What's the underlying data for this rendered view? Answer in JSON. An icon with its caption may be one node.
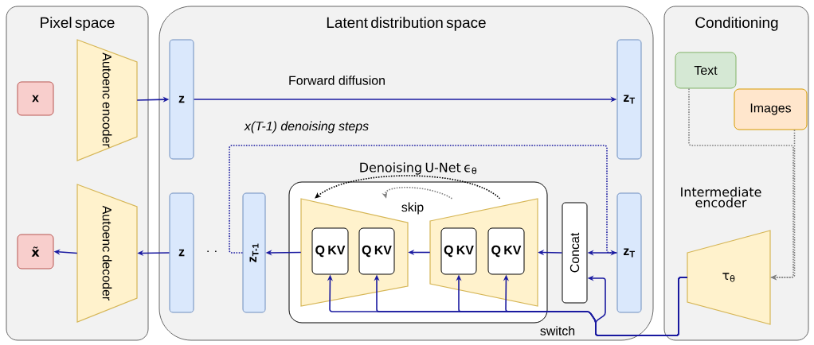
{
  "diagram": {
    "nodes": [
      {
        "text": [
          "Pixel space"
        ]
      },
      {
        "text": [
          "Latent distribution space"
        ]
      },
      {
        "text": [
          "Conditioning"
        ]
      },
      {
        "text": [
          "x"
        ],
        "in": 0
      },
      {
        "text": [
          "Autoenc encoder"
        ],
        "in": 0
      },
      {
        "text": [
          "x̃"
        ],
        "in": 0
      },
      {
        "text": [
          "Autoenc decoder"
        ],
        "in": 0
      },
      {
        "text": [
          "z"
        ],
        "in": 1
      },
      {
        "text": [
          "z$_{T}$"
        ],
        "in": 1
      },
      {
        "text": [
          "Denoising U-Net ϵ$_{θ}$"
        ],
        "in": 1
      },
      {
        "text": [],
        "shape": "trapezoid",
        "in": 9
      },
      {
        "text": [
          "Q KV"
        ],
        "in": 10
      },
      {
        "text": [
          "Q KV"
        ],
        "in": 10
      },
      {
        "text": [],
        "shape": "trapezoid",
        "in": 9
      },
      {
        "text": [
          "Q KV"
        ],
        "in": 13
      },
      {
        "text": [
          "Q KV"
        ],
        "in": 13
      },
      {
        "text": [
          "Concat"
        ],
        "in": 1
      },
      {
        "text": [
          "z$_{T}$"
        ],
        "in": 1
      },
      {
        "text": [
          "z$_{T-1}$"
        ],
        "in": 1
      },
      {
        "text": [
          "z"
        ],
        "in": 1
      },
      {
        "text": [
          "Text"
        ],
        "in": 2
      },
      {
        "text": [
          "Images"
        ],
        "in": 2
      },
      {
        "text": [
          "Intermediate encoder",
          "τ$_{θ}$"
        ],
        "in": 2
      }
    ],
    "edges": [
      {
        "from": 4,
        "to": 7,
        "arrow": "to"
      },
      {
        "from": 7,
        "to": 8,
        "arrow": "to",
        "label": "Forward diffusion"
      },
      {
        "from": 17,
        "to": 16,
        "arrow": "to"
      },
      {
        "from": 16,
        "to": 13,
        "arrow": "to"
      },
      {
        "from": 13,
        "to": 10,
        "arrow": "to"
      },
      {
        "from": 10,
        "to": 18,
        "arrow": "to"
      },
      {
        "from": 19,
        "to": 6,
        "arrow": "to"
      },
      {
        "from": 6,
        "to": 5,
        "arrow": "to"
      },
      {
        "from": 18,
        "to": 17,
        "arrow": "to",
        "style": "dashed",
        "label": "x(T-1) denoising steps"
      },
      {
        "from": 13,
        "to": 10,
        "arrow": "to",
        "style": "dashed",
        "color": "#000000"
      },
      {
        "from": 13,
        "to": 10,
        "arrow": "to",
        "style": "dashed",
        "color": "#808080",
        "label": "skip"
      },
      {
        "from": 22,
        "to": 11,
        "arrow": "to"
      },
      {
        "from": 22,
        "to": 12,
        "arrow": "to"
      },
      {
        "from": 22,
        "to": 14,
        "arrow": "to"
      },
      {
        "from": 22,
        "to": 15,
        "arrow": "to"
      },
      {
        "from": 22,
        "to": 16,
        "arrow": "to"
      },
      {
        "from": 20,
        "to": 22,
        "arrow": "to",
        "style": "dashed",
        "color": "#808080"
      },
      {
        "from": 21,
        "to": 22,
        "arrow": "to",
        "style": "dashed",
        "color": "#808080"
      }
    ],
    "labels": [
      "· ·",
      "switch"
    ]
  }
}
